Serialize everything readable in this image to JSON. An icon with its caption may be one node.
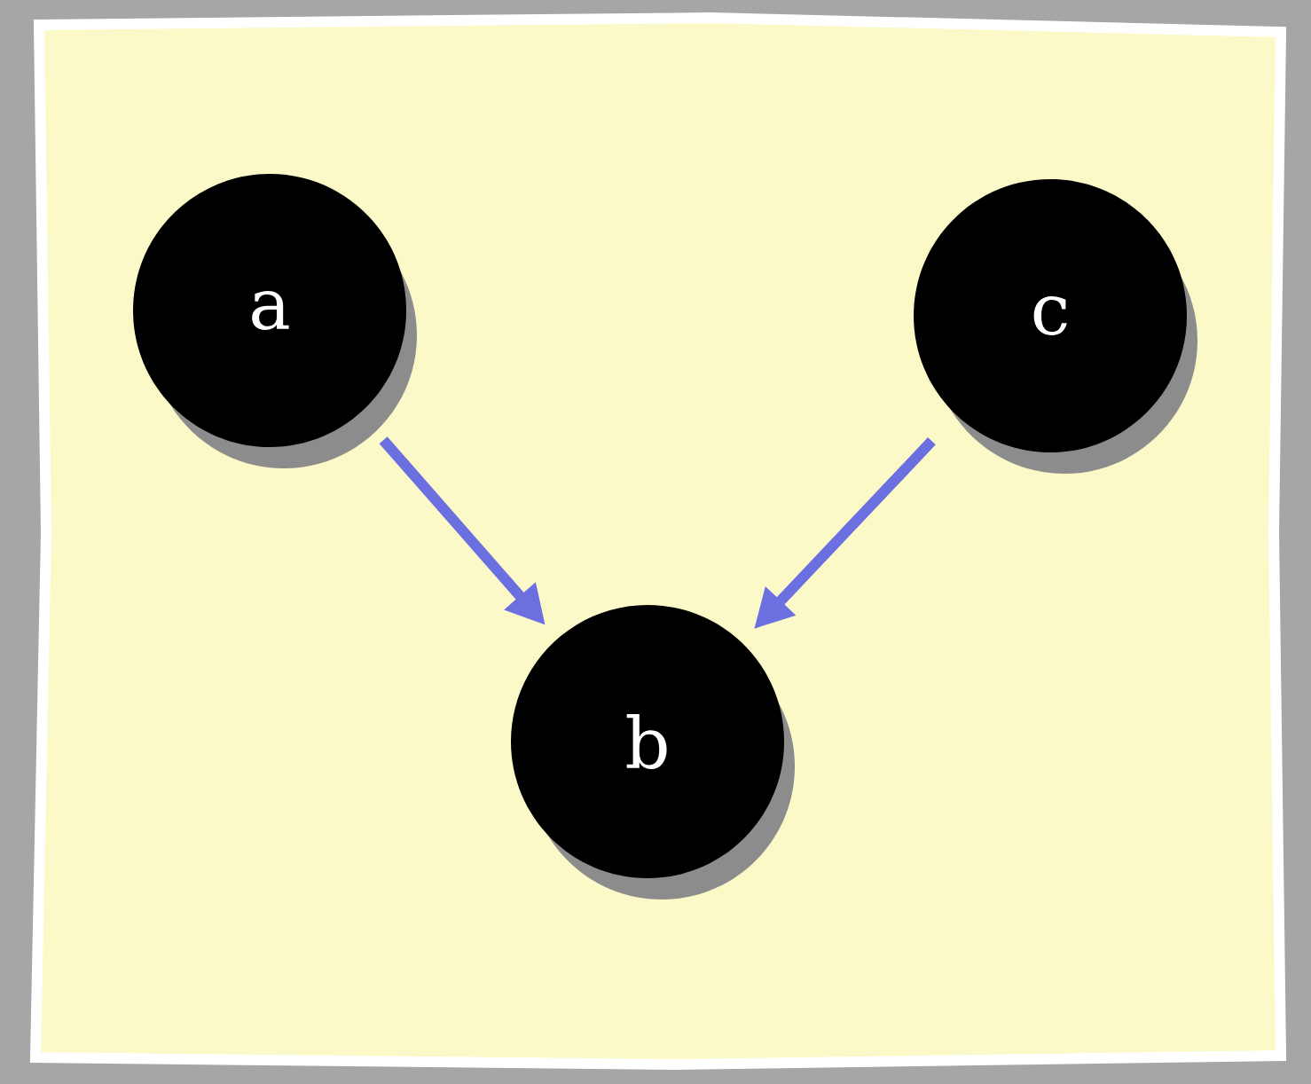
{
  "diagram": {
    "nodes": [
      {
        "text": [
          "a"
        ]
      },
      {
        "text": [
          "c"
        ]
      },
      {
        "text": [
          "b"
        ]
      }
    ],
    "edges": [
      {
        "from": 0,
        "to": 2,
        "arrow": "to"
      },
      {
        "from": 1,
        "to": 2,
        "arrow": "to"
      }
    ]
  }
}
